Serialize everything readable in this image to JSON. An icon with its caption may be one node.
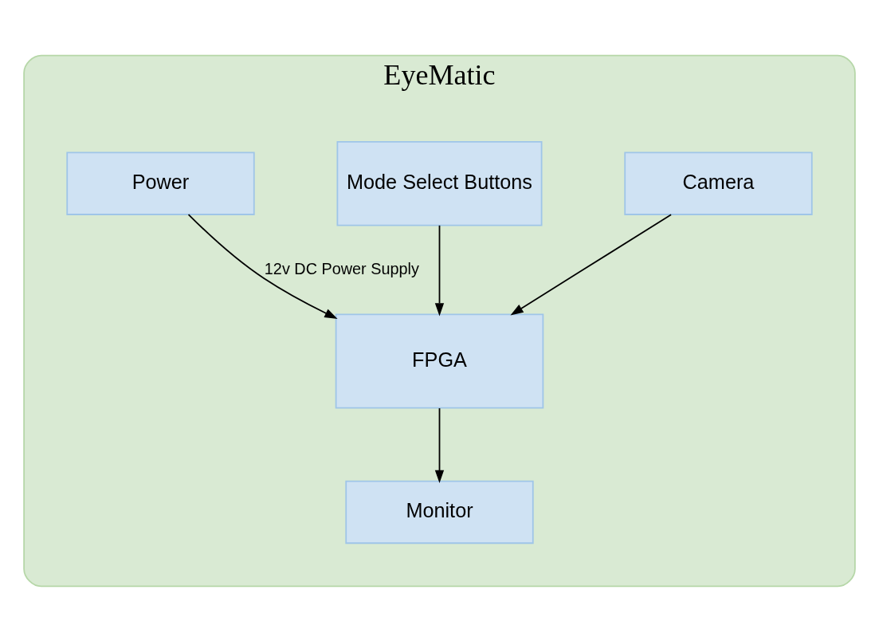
{
  "diagram": {
    "nodes": [
      {
        "text": [
          "EyeMatic"
        ]
      },
      {
        "text": [
          "Camera"
        ],
        "in": 0
      },
      {
        "text": [
          "FPGA"
        ],
        "in": 0
      },
      {
        "text": [
          "Mode Select Buttons"
        ],
        "in": 0
      },
      {
        "text": [
          "Power"
        ],
        "in": 0
      },
      {
        "text": [
          "Monitor"
        ],
        "in": 0
      }
    ],
    "edges": [
      {
        "from": 1,
        "to": 2,
        "arrow": "to"
      },
      {
        "from": 3,
        "to": 2,
        "arrow": "to"
      },
      {
        "from": 4,
        "to": 2,
        "arrow": "to",
        "label": "12v DC Power Supply"
      },
      {
        "from": 2,
        "to": 5,
        "arrow": "to"
      }
    ]
  }
}
